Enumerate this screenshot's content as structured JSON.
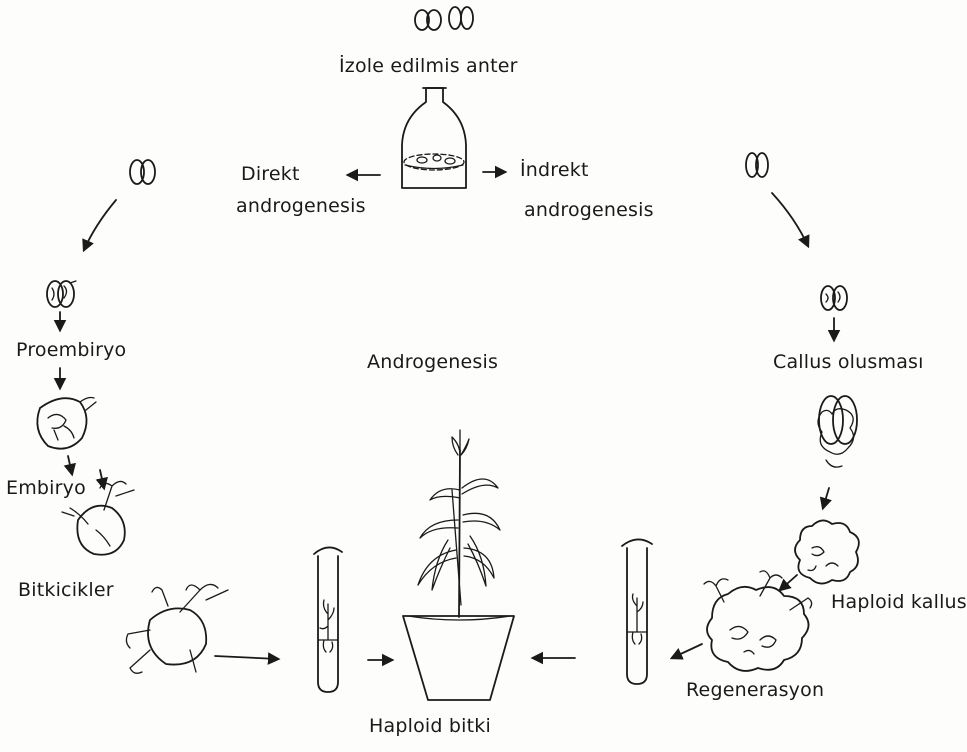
{
  "labels": {
    "isolated_anther": "İzole edilmis anter",
    "direct_line1": "Direkt",
    "direct_line2": "androgenesis",
    "indirect_line1": "İndrekt",
    "indirect_line2": "androgenesis",
    "center_title": "Androgenesis",
    "proembryo": "Proembiryo",
    "embryo": "Embiryo",
    "plantlets": "Bitkicikler",
    "callus_formation": "Callus olusması",
    "haploid_callus": "Haploid kallus",
    "regeneration": "Regenerasyon",
    "haploid_plant": "Haploid bitki"
  },
  "colors": {
    "ink": "#1a1a1a",
    "paper": "#fdfdfc"
  }
}
